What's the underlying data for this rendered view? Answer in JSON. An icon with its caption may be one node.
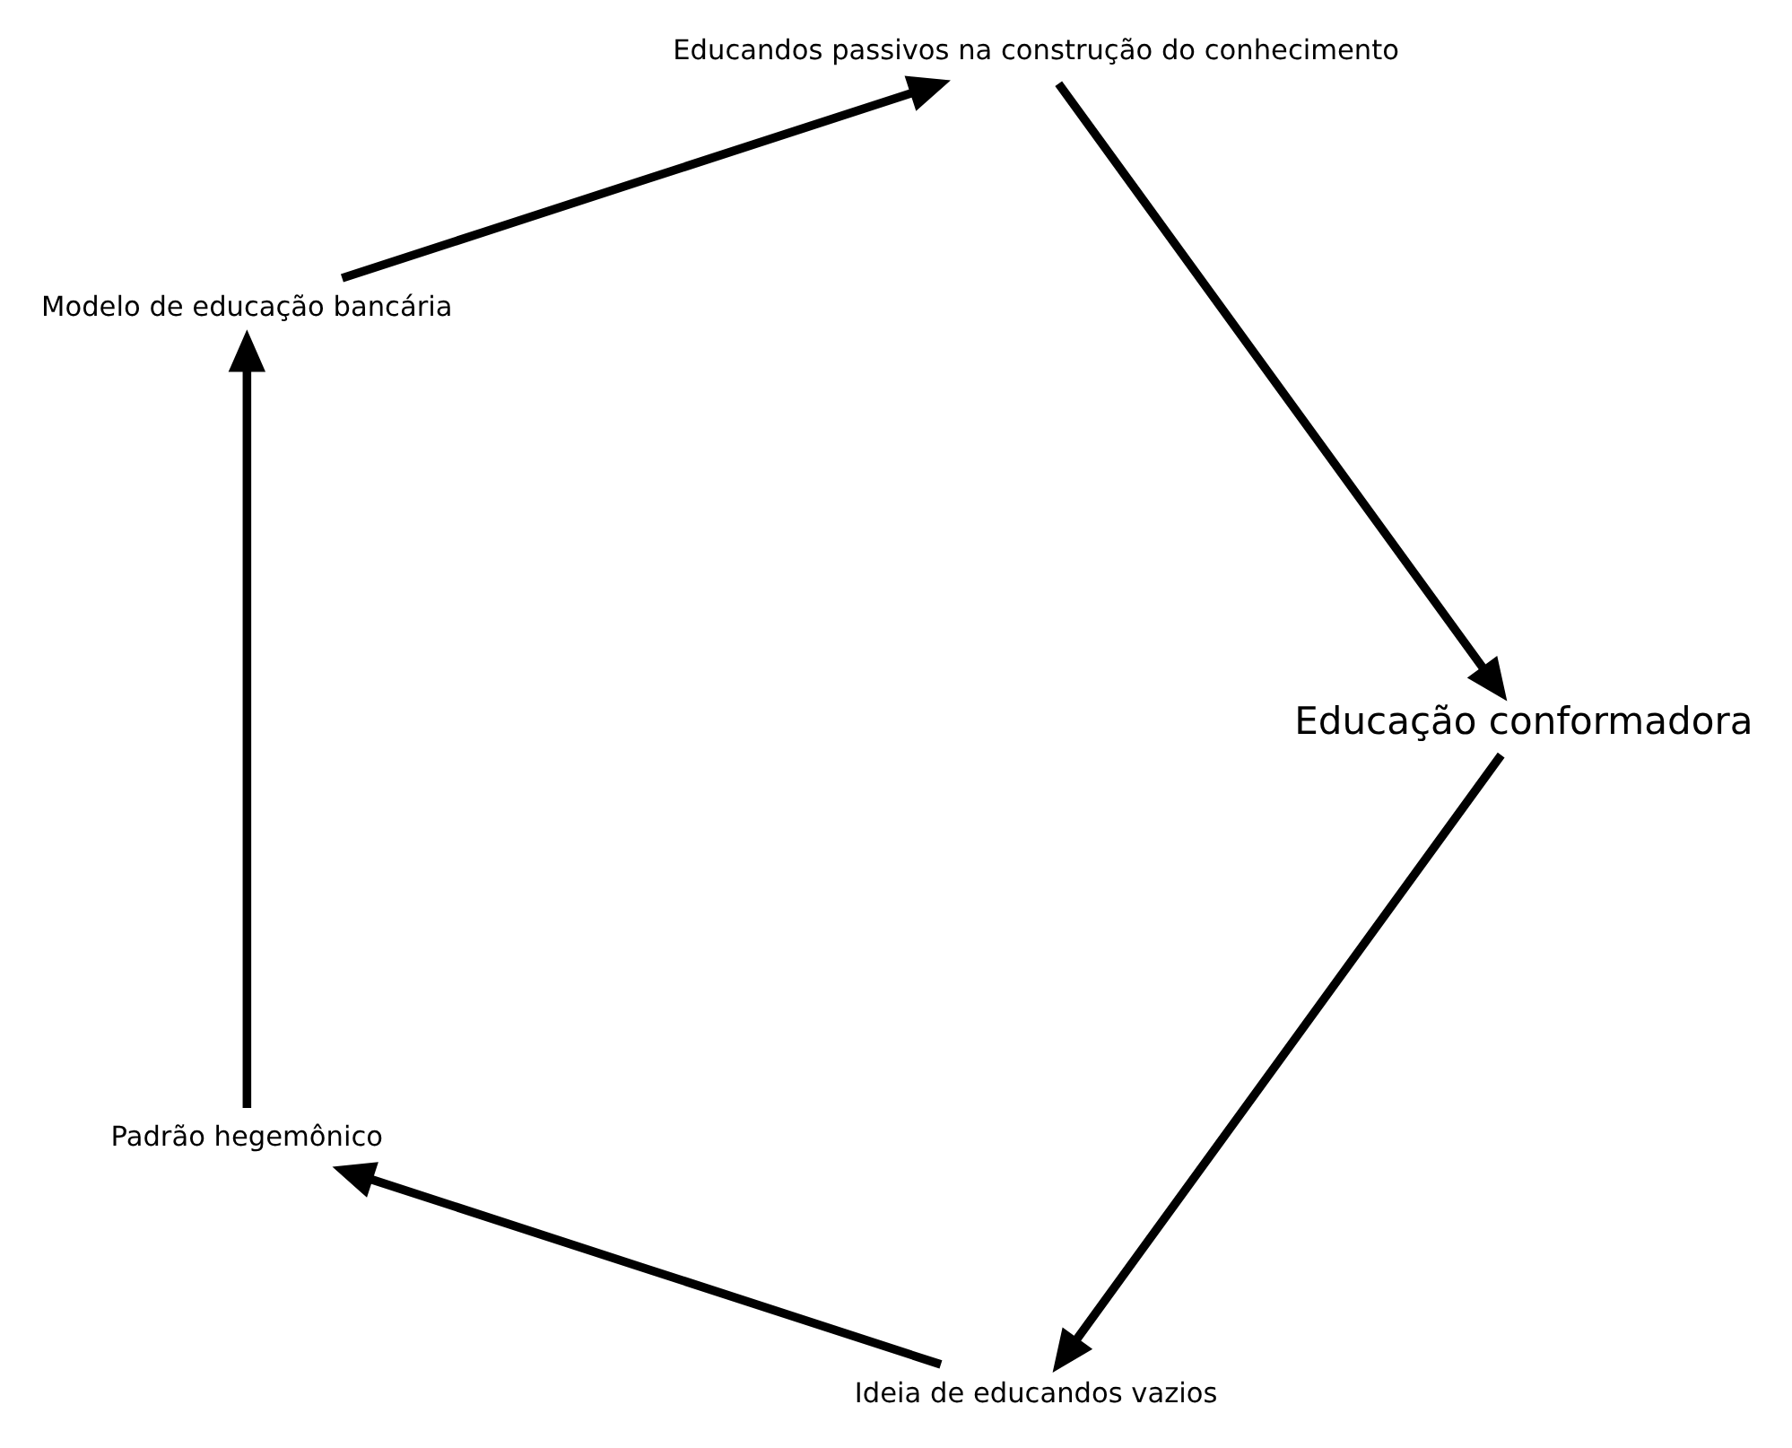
{
  "diagram": {
    "nodes": [
      {
        "text": [
          "Ideia de educandos vazios"
        ]
      },
      {
        "text": [
          "Padrão hegemônico"
        ]
      },
      {
        "text": [
          "Educação conformadora"
        ]
      },
      {
        "text": [
          "Modelo de educação bancária"
        ]
      },
      {
        "text": [
          "Educandos passivos na construção do conhecimento"
        ]
      }
    ],
    "edges": [
      {
        "from": 0,
        "to": 1,
        "arrow": "to"
      },
      {
        "from": 1,
        "to": 3,
        "arrow": "to"
      },
      {
        "from": 3,
        "to": 4,
        "arrow": "to"
      },
      {
        "from": 4,
        "to": 2,
        "arrow": "to"
      },
      {
        "from": 2,
        "to": 0,
        "arrow": "to"
      }
    ]
  }
}
